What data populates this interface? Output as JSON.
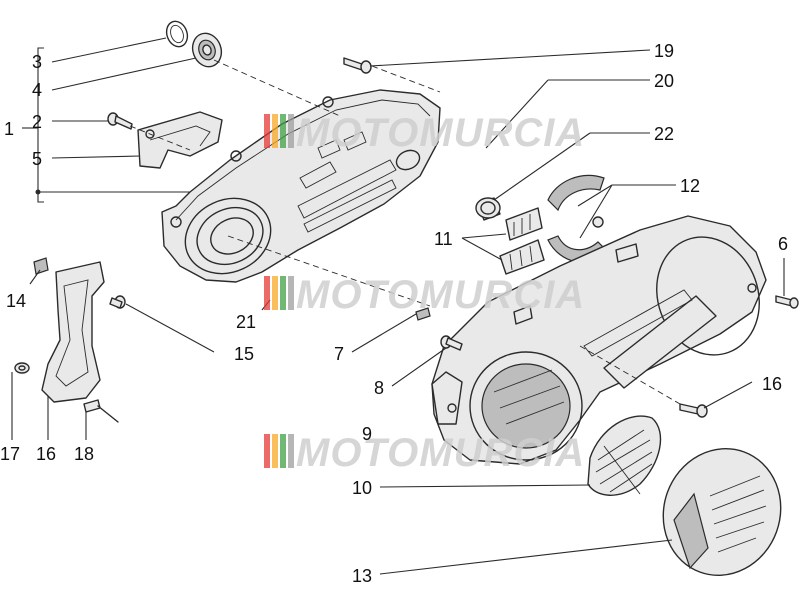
{
  "diagram": {
    "callouts": [
      {
        "id": "c1",
        "text": "1"
      },
      {
        "id": "c2",
        "text": "2"
      },
      {
        "id": "c3",
        "text": "3"
      },
      {
        "id": "c4",
        "text": "4"
      },
      {
        "id": "c5",
        "text": "5"
      },
      {
        "id": "c6",
        "text": "6"
      },
      {
        "id": "c7",
        "text": "7"
      },
      {
        "id": "c8",
        "text": "8"
      },
      {
        "id": "c9",
        "text": "9"
      },
      {
        "id": "c10",
        "text": "10"
      },
      {
        "id": "c11",
        "text": "11"
      },
      {
        "id": "c12",
        "text": "12"
      },
      {
        "id": "c13",
        "text": "13"
      },
      {
        "id": "c14",
        "text": "14"
      },
      {
        "id": "c15",
        "text": "15"
      },
      {
        "id": "c16a",
        "text": "16"
      },
      {
        "id": "c16b",
        "text": "16"
      },
      {
        "id": "c17",
        "text": "17"
      },
      {
        "id": "c18",
        "text": "18"
      },
      {
        "id": "c19",
        "text": "19"
      },
      {
        "id": "c20",
        "text": "20"
      },
      {
        "id": "c21",
        "text": "21"
      },
      {
        "id": "c22",
        "text": "22"
      }
    ]
  },
  "watermark": {
    "text": "MOTOMURCIA",
    "stripe_colors": [
      "#e53935",
      "#f9a825",
      "#43a047",
      "#9e9e9e"
    ]
  }
}
